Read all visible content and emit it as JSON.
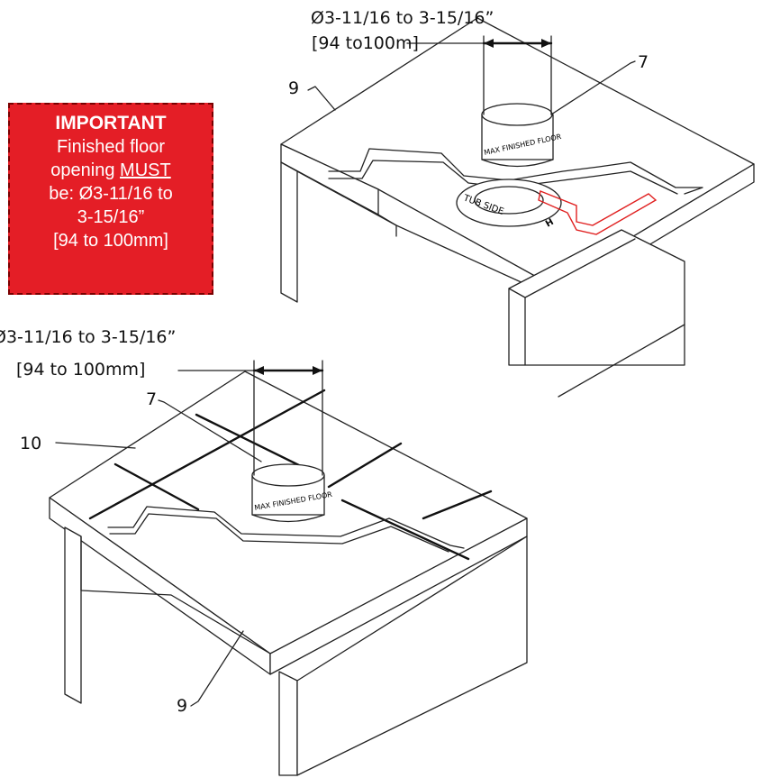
{
  "notice": {
    "title": "IMPORTANT",
    "lines": [
      "Finished floor",
      "opening ",
      "MUST",
      "be: Ø3-11/16 to",
      "3-15/16”",
      "[94 to 100mm]"
    ]
  },
  "top_view": {
    "dim_line1": "Ø3-11/16 to 3-15/16”",
    "dim_line2": "[94 to100m]",
    "callout_7": "7",
    "callout_9": "9",
    "flange_text": "MAX FINISHED FLOOR",
    "ring_text": "TUB SIDE",
    "ring_letter": "H"
  },
  "bottom_view": {
    "dim_line1": "Ø3-11/16 to 3-15/16”",
    "dim_line2": "[94 to 100mm]",
    "callout_7": "7",
    "callout_10": "10",
    "callout_9": "9",
    "flange_text": "MAX FINISHED FLOOR"
  },
  "colors": {
    "notice_bg": "#e41e26",
    "pipe": "#e02020",
    "line": "#222222"
  }
}
